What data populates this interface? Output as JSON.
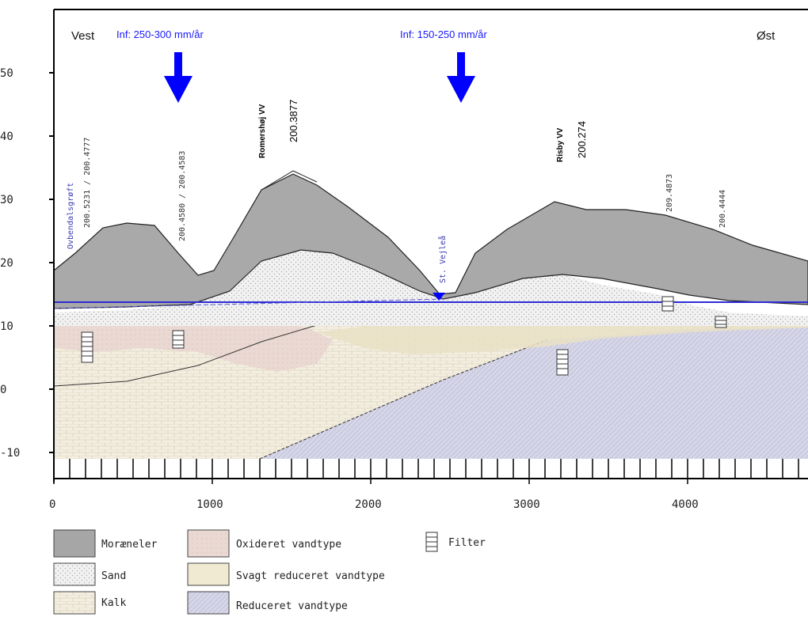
{
  "directions": {
    "west": "Vest",
    "east": "Øst"
  },
  "infiltration": [
    {
      "label": "Inf: 250-300 mm/år"
    },
    {
      "label": "Inf: 150-250 mm/år"
    }
  ],
  "wells": [
    {
      "name": "Romershøj VV",
      "id": "200.3877"
    },
    {
      "name": "Risby VV",
      "id": "200.274"
    }
  ],
  "boreholes": [
    "200.5231 / 200.4777",
    "200.4580 / 200.4583",
    "209.4873",
    "200.4444"
  ],
  "stream_labels": [
    "Ovbendalsgrøft",
    "St. Vejleå"
  ],
  "y_axis": {
    "ticks": [
      "50",
      "40",
      "30",
      "20",
      "10",
      "0",
      "-10"
    ]
  },
  "x_axis": {
    "ticks": [
      "0",
      "1000",
      "2000",
      "3000",
      "4000"
    ]
  },
  "legend": [
    {
      "label": "Moræneler",
      "color": "#a6a6a6"
    },
    {
      "label": "Oxideret vandtype",
      "color": "#e9d6d2"
    },
    {
      "label": "Filter",
      "color": "#ffffff"
    },
    {
      "label": "Sand",
      "color": "#efefef"
    },
    {
      "label": "Svagt reduceret vandtype",
      "color": "#f0ead2"
    },
    {
      "label": "Kalk",
      "color": "#ffffff"
    },
    {
      "label": "Reduceret vandtype",
      "color": "#d3d3e6"
    }
  ],
  "colors": {
    "water_table": "#2b2bd6",
    "arrow": "#0000ff"
  }
}
